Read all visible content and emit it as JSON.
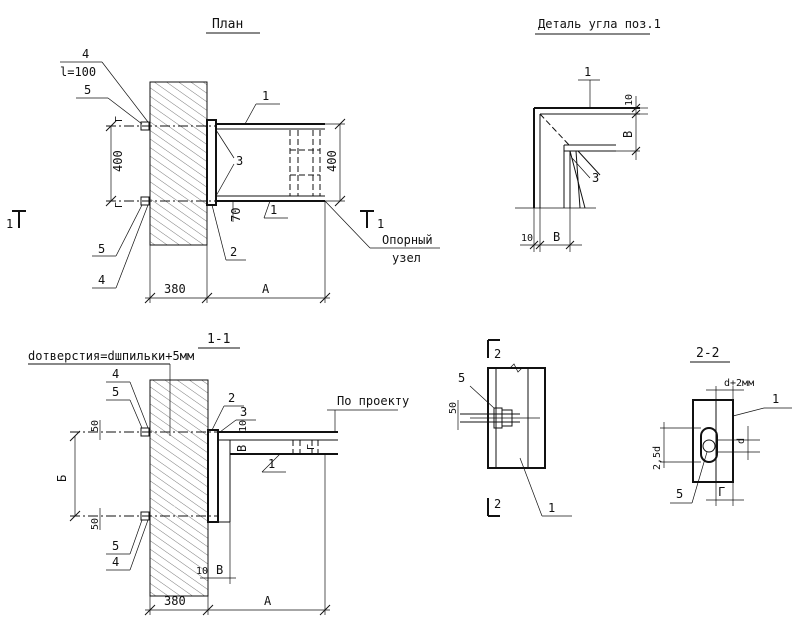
{
  "plan": {
    "title": "План",
    "callouts": {
      "p4_top": "4",
      "length": "l=100",
      "p5_top": "5",
      "p1_top": "1",
      "p3": "3",
      "p5_bot": "5",
      "p4_bot": "4",
      "p2": "2",
      "p1_bot": "1",
      "g_top": "Г",
      "g_bot": "Г"
    },
    "dims": {
      "spacing_left": "400",
      "spacing_right": "400",
      "offset": "70",
      "wall": "380",
      "a": "А"
    },
    "section_marks": {
      "left": "1",
      "right": "1"
    },
    "support_label_1": "Опорный",
    "support_label_2": "узел"
  },
  "corner_detail": {
    "title": "Деталь угла поз.1",
    "callouts": {
      "p1": "1",
      "p3": "3"
    },
    "dims": {
      "t_top": "10",
      "b_right": "В",
      "t_bot": "10",
      "b_bot": "В"
    }
  },
  "section_1_1": {
    "title": "1-1",
    "hole_note": "dотверстия=dшпильки+5мм",
    "design_note": "По проекту",
    "callouts": {
      "p4_top": "4",
      "p5_top": "5",
      "p2": "2",
      "p3": "3",
      "p1": "1",
      "p5_bot": "5",
      "p4_bot": "4",
      "g": "Г"
    },
    "dims": {
      "top_50": "50",
      "bottom_50": "50",
      "height_b": "Б",
      "flange_10": "10",
      "flange_b": "В",
      "bot_10": "10",
      "bot_b": "В",
      "wall": "380",
      "a": "А"
    }
  },
  "node_view": {
    "section_top": "2",
    "section_bot": "2",
    "callouts": {
      "p5": "5",
      "p1": "1"
    },
    "dims": {
      "d50": "50"
    }
  },
  "section_2_2": {
    "title": "2-2",
    "callouts": {
      "p1": "1",
      "p5": "5"
    },
    "dims": {
      "d_plus": "d+2мм",
      "height": "2,5d",
      "d": "d",
      "g": "Г"
    }
  }
}
